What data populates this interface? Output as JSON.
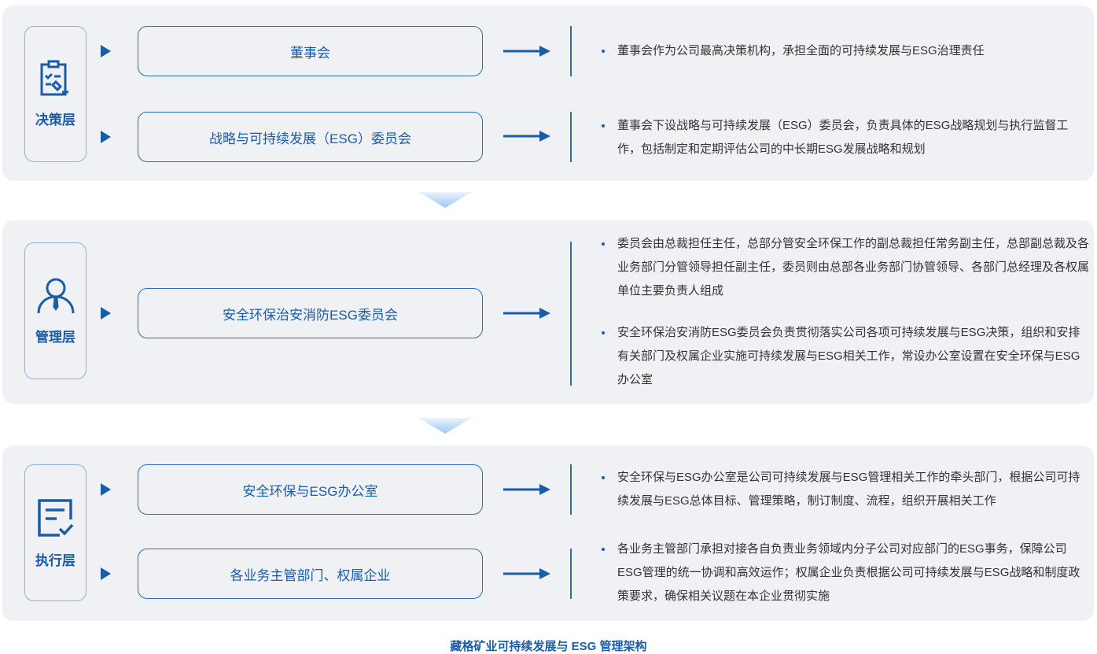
{
  "layers": [
    {
      "label": "决策层",
      "icon": "clipboard-gavel-icon",
      "items": [
        "董事会",
        "战略与可持续发展（ESG）委员会"
      ],
      "descriptions": [
        "董事会作为公司最高决策机构，承担全面的可持续发展与ESG治理责任",
        "董事会下设战略与可持续发展（ESG）委员会，负责具体的ESG战略规划与执行监督工作，包括制定和定期评估公司的中长期ESG发展战略和规划"
      ]
    },
    {
      "label": "管理层",
      "icon": "person-tie-icon",
      "items": [
        "安全环保治安消防ESG委员会"
      ],
      "descriptions": [
        "委员会由总裁担任主任，总部分管安全环保工作的副总裁担任常务副主任，总部副总裁及各业务部门分管领导担任副主任，委员则由总部各业务部门协管领导、各部门总经理及各权属单位主要负责人组成",
        "安全环保治安消防ESG委员会负责贯彻落实公司各项可持续发展与ESG决策，组织和安排有关部门及权属企业实施可持续发展与ESG相关工作，常设办公室设置在安全环保与ESG办公室"
      ]
    },
    {
      "label": "执行层",
      "icon": "checklist-icon",
      "items": [
        "安全环保与ESG办公室",
        "各业务主管部门、权属企业"
      ],
      "descriptions": [
        "安全环保与ESG办公室是公司可持续发展与ESG管理相关工作的牵头部门，根据公司可持续发展与ESG总体目标、管理策略，制订制度、流程，组织开展相关工作",
        "各业务主管部门承担对接各自负责业务领域内分子公司对应部门的ESG事务，保障公司ESG管理的统一协调和高效运作；权属企业负责根据公司可持续发展与ESG战略和制度政策要求，确保相关议题在本企业贯彻实施"
      ]
    }
  ],
  "caption": "藏格矿业可持续发展与 ESG 管理架构",
  "colors": {
    "accent": "#1a5ca8",
    "panel": "#f0f1f4"
  }
}
